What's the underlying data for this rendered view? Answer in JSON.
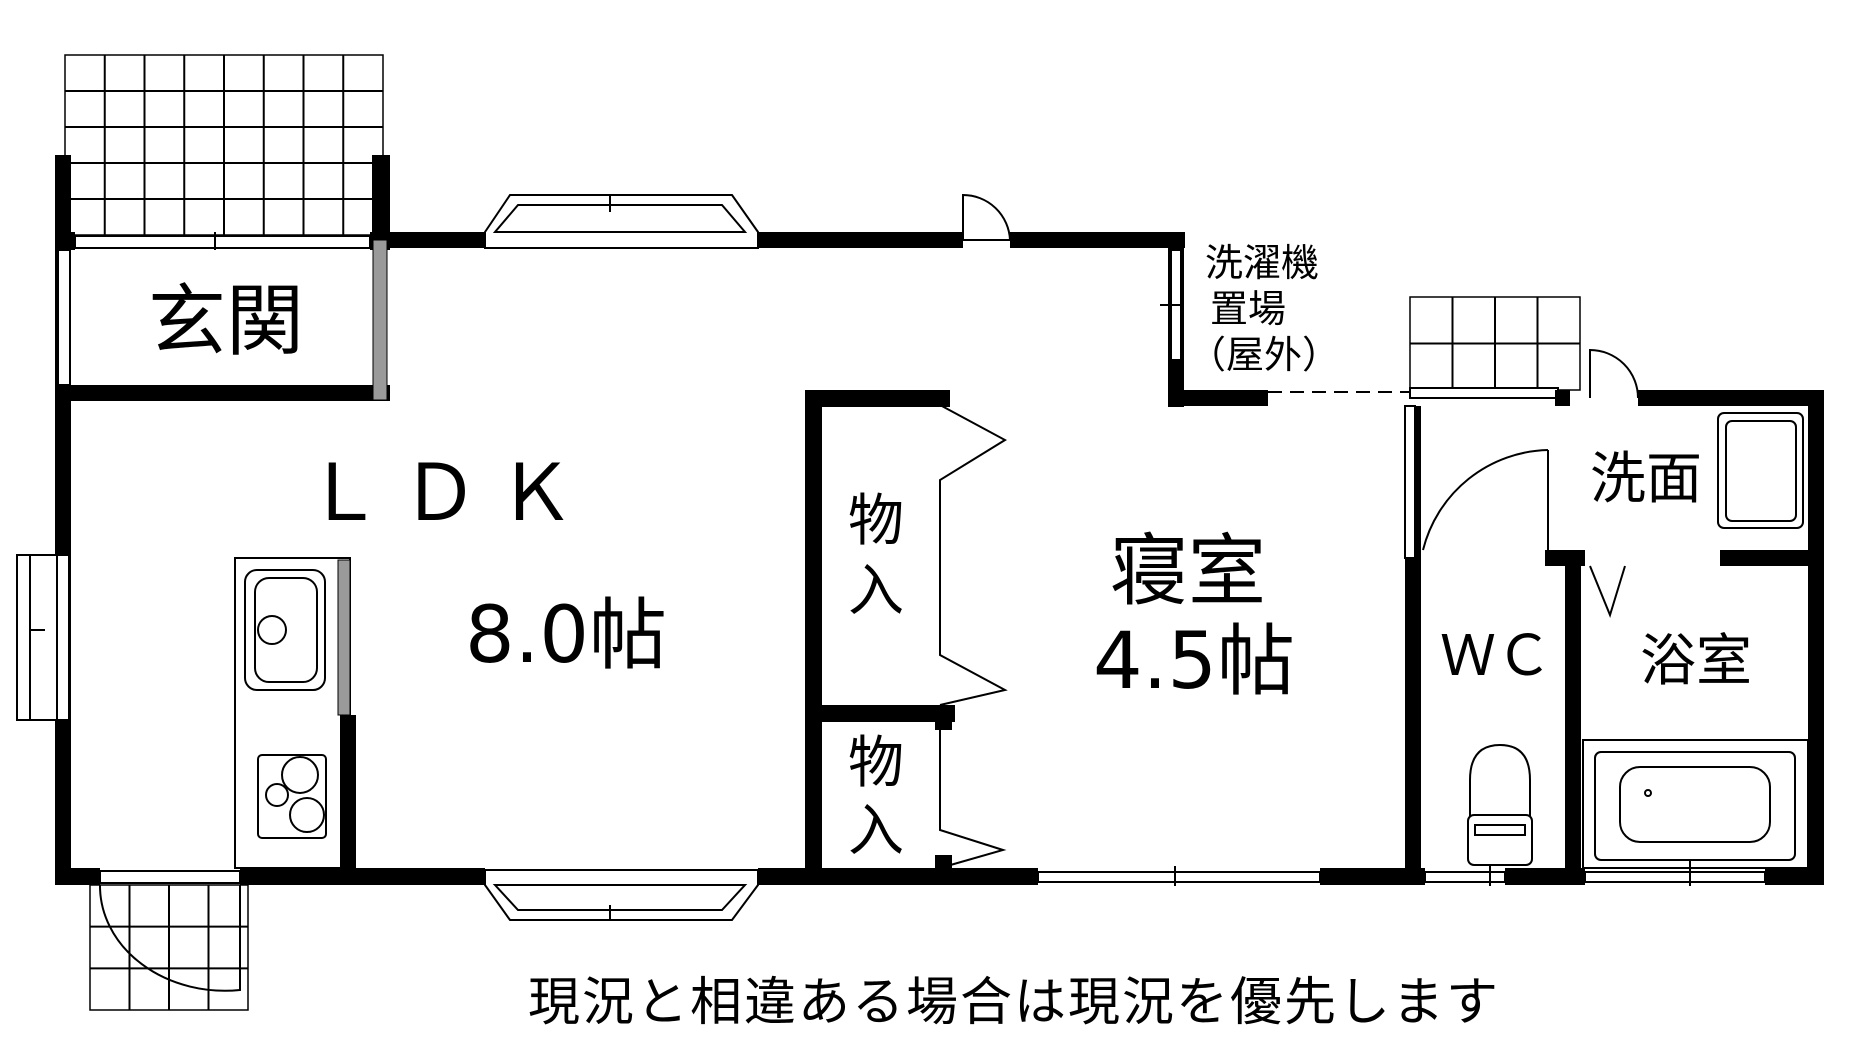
{
  "rooms": {
    "entrance": "玄関",
    "ldk": "ＬＤＫ",
    "ldk_size": "8.0帖",
    "storage_upper": [
      "物",
      "入"
    ],
    "storage_lower": [
      "物",
      "入"
    ],
    "bedroom": "寝室",
    "bedroom_size": "4.5帖",
    "laundry": [
      "洗濯機",
      "置場",
      "（屋外）"
    ],
    "washroom": "洗面",
    "toilet": "ＷＣ",
    "bathroom": "浴室"
  },
  "note": "現況と相違ある場合は現況を優先します"
}
